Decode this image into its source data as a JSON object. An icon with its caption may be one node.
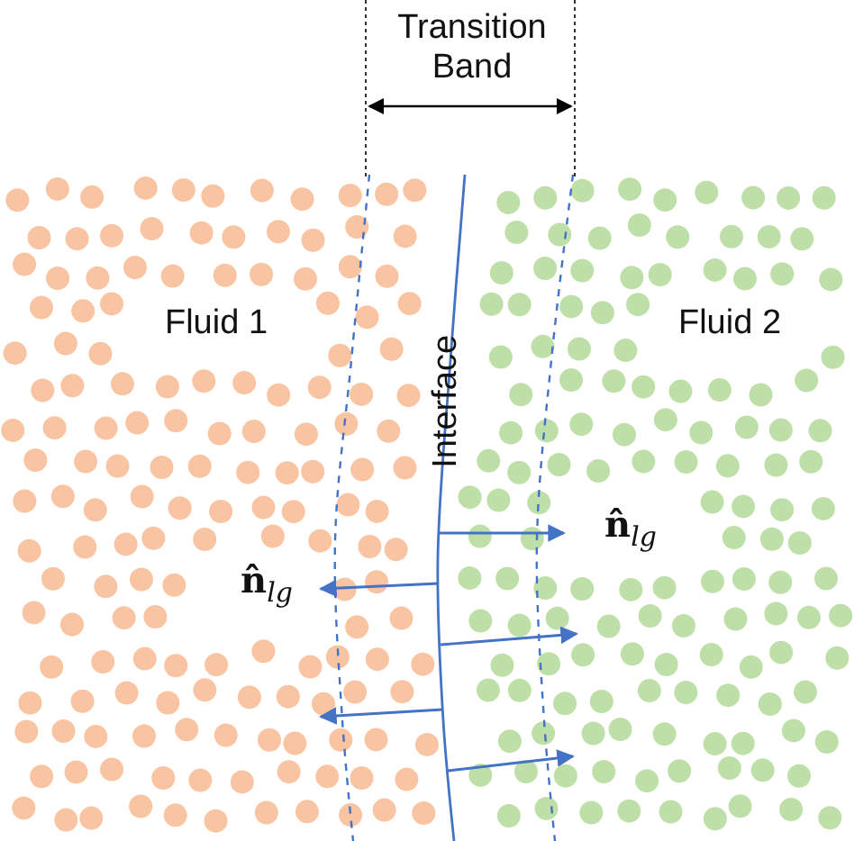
{
  "diagram": {
    "labels": [
      "Transition Band",
      "Fluid 1",
      "Interface",
      "Fluid 2",
      "**n̂**$_{lg}$",
      "**n̂**$_{lg}$"
    ]
  }
}
